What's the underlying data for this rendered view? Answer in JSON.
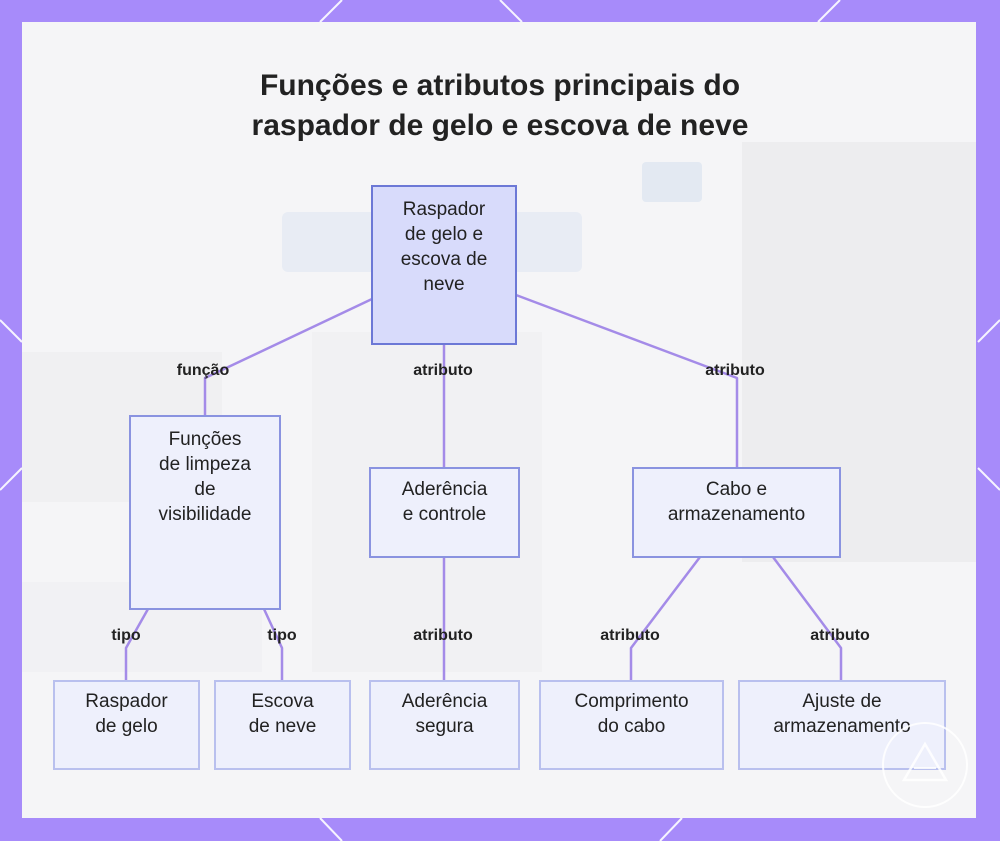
{
  "title": {
    "line1": "Funções e atributos principais do",
    "line2": "raspador de gelo e escova de neve"
  },
  "nodes": {
    "root": [
      "Raspador",
      "de gelo e",
      "escova de",
      "neve"
    ],
    "functions": [
      "Funções",
      "de limpeza",
      "de",
      "visibilidade"
    ],
    "grip": [
      "Aderência",
      "e controle"
    ],
    "handle": [
      "Cabo e",
      "armazenamento"
    ],
    "scraper": [
      "Raspador",
      "de gelo"
    ],
    "brush": [
      "Escova",
      "de neve"
    ],
    "secure_grip": [
      "Aderência",
      "segura"
    ],
    "handle_length": [
      "Comprimento",
      "do cabo"
    ],
    "storage_adjust": [
      "Ajuste de",
      "armazenamento"
    ]
  },
  "edges": {
    "root_functions": "função",
    "root_grip": "atributo",
    "root_handle": "atributo",
    "functions_scraper": "tipo",
    "functions_brush": "tipo",
    "grip_secure": "atributo",
    "handle_length": "atributo",
    "handle_storage": "atributo"
  },
  "colors": {
    "frame": "#a78bfa",
    "edge": "#a48be8",
    "root_fill": "#d8dbfb",
    "node_fill": "#eef0fc"
  }
}
